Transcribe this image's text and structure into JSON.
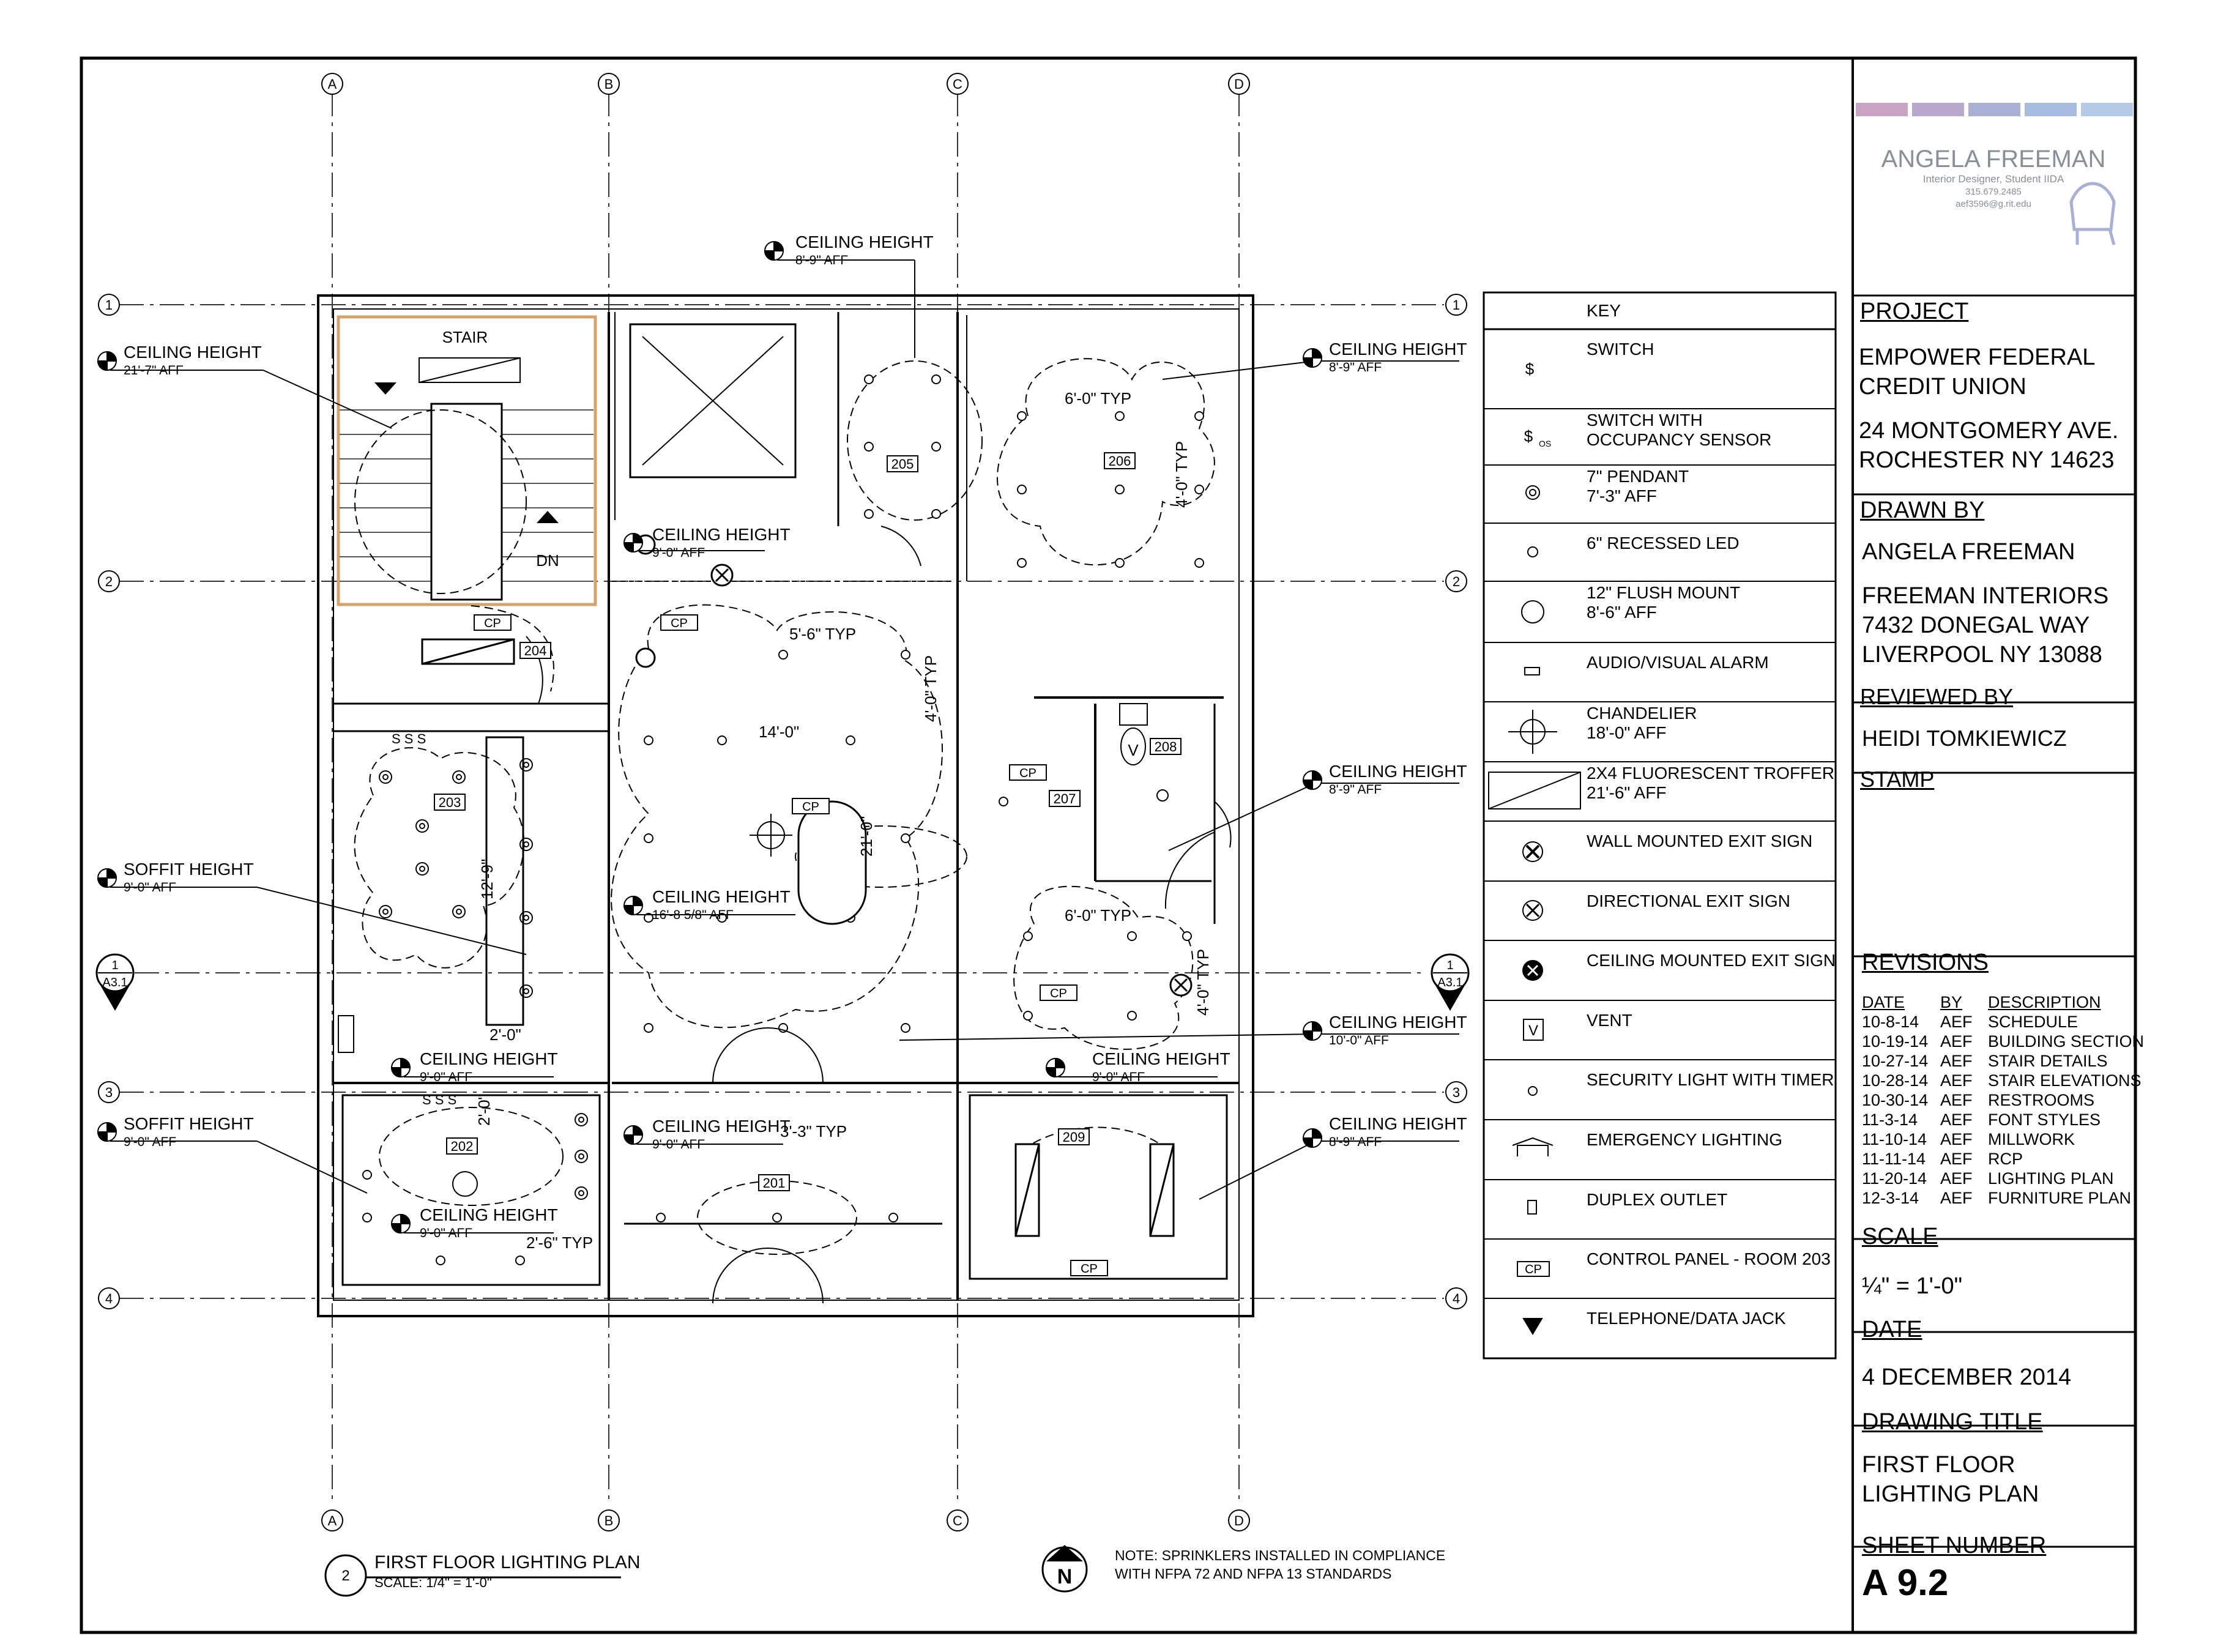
{
  "grid": {
    "columns": [
      "A",
      "B",
      "C",
      "D"
    ],
    "rows": [
      "1",
      "2",
      "3",
      "4"
    ],
    "section_marker": {
      "number": "1",
      "sheet": "A3.1"
    }
  },
  "callouts": {
    "ch_top": {
      "label": "CEILING HEIGHT",
      "value": "8'-9\" AFF"
    },
    "ch_stair": {
      "label": "CEILING HEIGHT",
      "value": "21'-7\" AFF"
    },
    "ch_elev": {
      "label": "CEILING HEIGHT",
      "value": "9'-0\" AFF"
    },
    "ch_206": {
      "label": "CEILING HEIGHT",
      "value": "8'-9\" AFF"
    },
    "ch_208": {
      "label": "CEILING HEIGHT",
      "value": "8'-9\" AFF"
    },
    "soffit_203": {
      "label": "SOFFIT HEIGHT",
      "value": "9'-0\" AFF"
    },
    "ch_lobby": {
      "label": "CEILING HEIGHT",
      "value": "16'-8 5/8\" AFF"
    },
    "ch_corridor": {
      "label": "CEILING HEIGHT",
      "value": "10'-0\" AFF"
    },
    "ch_203s": {
      "label": "CEILING HEIGHT",
      "value": "9'-0\" AFF"
    },
    "ch_209a": {
      "label": "CEILING HEIGHT",
      "value": "9'-0\" AFF"
    },
    "soffit_202": {
      "label": "SOFFIT HEIGHT",
      "value": "9'-0\" AFF"
    },
    "ch_201": {
      "label": "CEILING HEIGHT",
      "value": "9'-0\" AFF"
    },
    "ch_209b": {
      "label": "CEILING HEIGHT",
      "value": "8'-9\" AFF"
    },
    "ch_202": {
      "label": "CEILING HEIGHT",
      "value": "9'-0\" AFF"
    }
  },
  "plan_labels": {
    "stair": "STAIR",
    "dn": "DN",
    "cp": "CP",
    "v": "V",
    "sss": "S S S",
    "rooms": [
      "201",
      "202",
      "203",
      "204",
      "205",
      "206",
      "207",
      "208",
      "209"
    ],
    "dims": {
      "d6a": "6'-0\" TYP",
      "d4a": "4'-0\" TYP",
      "d56": "5'-6\" TYP",
      "d40": "4'-0\" TYP",
      "d14": "14'-0\"",
      "d21": "21'-0\"",
      "d129": "12'-9\"",
      "d20a": "2'-0\"",
      "d6b": "6'-0\" TYP",
      "d4b": "4'-0\" TYP",
      "d33": "3'-3\" TYP",
      "d20b": "2'-0\"",
      "d26": "2'-6\" TYP"
    }
  },
  "key": {
    "title": "KEY",
    "items": [
      {
        "symbol": "$",
        "text": [
          "SWITCH"
        ]
      },
      {
        "symbol": "$os",
        "text": [
          "SWITCH WITH",
          "OCCUPANCY SENSOR"
        ]
      },
      {
        "symbol": "pendant",
        "text": [
          "7\" PENDANT",
          "7'-3\" AFF"
        ]
      },
      {
        "symbol": "recessed",
        "text": [
          "6\" RECESSED LED"
        ]
      },
      {
        "symbol": "flush",
        "text": [
          "12\" FLUSH MOUNT",
          "8'-6\" AFF"
        ]
      },
      {
        "symbol": "alarm",
        "text": [
          "AUDIO/VISUAL ALARM"
        ]
      },
      {
        "symbol": "chandelier",
        "text": [
          "CHANDELIER",
          "18'-0\" AFF"
        ]
      },
      {
        "symbol": "troffer",
        "text": [
          "2X4 FLUORESCENT TROFFER",
          "21'-6\" AFF"
        ]
      },
      {
        "symbol": "wall-exit",
        "text": [
          "WALL MOUNTED EXIT SIGN"
        ]
      },
      {
        "symbol": "dir-exit",
        "text": [
          "DIRECTIONAL EXIT SIGN"
        ]
      },
      {
        "symbol": "ceil-exit",
        "text": [
          "CEILING MOUNTED EXIT SIGN"
        ]
      },
      {
        "symbol": "vent",
        "text": [
          "VENT"
        ]
      },
      {
        "symbol": "security",
        "text": [
          "SECURITY LIGHT WITH TIMER"
        ]
      },
      {
        "symbol": "emergency",
        "text": [
          "EMERGENCY LIGHTING"
        ]
      },
      {
        "symbol": "duplex",
        "text": [
          "DUPLEX OUTLET"
        ]
      },
      {
        "symbol": "cp",
        "text": [
          "CONTROL PANEL - ROOM 203"
        ]
      },
      {
        "symbol": "phone",
        "text": [
          "TELEPHONE/DATA JACK"
        ]
      }
    ],
    "vent_glyph": "V",
    "cp_glyph": "CP",
    "switch_glyph": "$",
    "os_glyph": "OS"
  },
  "footer": {
    "drawing_number": "2",
    "drawing_title": "FIRST FLOOR LIGHTING PLAN",
    "drawing_scale": "SCALE: 1/4\" = 1'-0\"",
    "north": "N",
    "note_line1": "NOTE:  SPRINKLERS INSTALLED IN COMPLIANCE",
    "note_line2": "WITH NFPA 72 AND NFPA 13 STANDARDS"
  },
  "title_block": {
    "brand_colors": [
      "#c9a3c4",
      "#b8a8cc",
      "#a9b0d4",
      "#a8bbe0",
      "#b5cae6"
    ],
    "designer": "ANGELA FREEMAN",
    "designer_sub": "Interior Designer, Student IIDA",
    "phone": "315.679.2485",
    "email": "aef3596@g.rit.edu",
    "project_h": "PROJECT",
    "project_l1": "EMPOWER FEDERAL",
    "project_l2": "CREDIT UNION",
    "project_l3": "24 MONTGOMERY AVE.",
    "project_l4": "ROCHESTER NY 14623",
    "drawn_h": "DRAWN BY",
    "drawn_l1": "ANGELA FREEMAN",
    "drawn_l2": "FREEMAN INTERIORS",
    "drawn_l3": "7432 DONEGAL WAY",
    "drawn_l4": "LIVERPOOL NY 13088",
    "reviewed_h": "REVIEWED BY",
    "reviewed_l1": "HEIDI TOMKIEWICZ",
    "stamp_h": "STAMP",
    "revisions_h": "REVISIONS",
    "rev_cols": [
      "DATE",
      "BY",
      "DESCRIPTION"
    ],
    "revisions": [
      [
        "10-8-14",
        "AEF",
        "SCHEDULE"
      ],
      [
        "10-19-14",
        "AEF",
        "BUILDING SECTION"
      ],
      [
        "10-27-14",
        "AEF",
        "STAIR DETAILS"
      ],
      [
        "10-28-14",
        "AEF",
        "STAIR ELEVATIONS"
      ],
      [
        "10-30-14",
        "AEF",
        "RESTROOMS"
      ],
      [
        "11-3-14",
        "AEF",
        "FONT STYLES"
      ],
      [
        "11-10-14",
        "AEF",
        "MILLWORK"
      ],
      [
        "11-11-14",
        "AEF",
        "RCP"
      ],
      [
        "11-20-14",
        "AEF",
        "LIGHTING PLAN"
      ],
      [
        "12-3-14",
        "AEF",
        "FURNITURE PLAN"
      ]
    ],
    "scale_h": "SCALE",
    "scale_v": "¼\" = 1'-0\"",
    "date_h": "DATE",
    "date_v": "4 DECEMBER 2014",
    "title_h": "DRAWING TITLE",
    "title_l1": "FIRST FLOOR",
    "title_l2": "LIGHTING PLAN",
    "sheet_h": "SHEET NUMBER",
    "sheet_v": "A 9.2"
  }
}
